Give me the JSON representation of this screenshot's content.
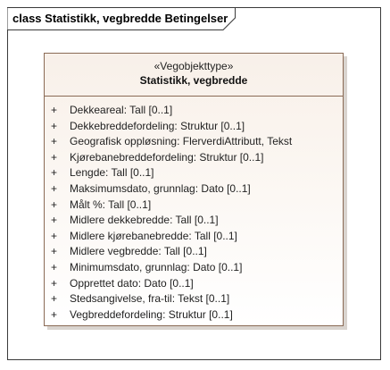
{
  "diagram": {
    "frame_title": "class Statistikk, vegbredde Betingelser",
    "class": {
      "stereotype": "«Vegobjekttype»",
      "name": "Statistikk, vegbredde",
      "attributes": [
        {
          "visibility": "+",
          "text": "Dekkeareal: Tall [0..1]"
        },
        {
          "visibility": "+",
          "text": "Dekkebreddefordeling: Struktur [0..1]"
        },
        {
          "visibility": "+",
          "text": "Geografisk oppløsning: FlerverdiAttributt, Tekst"
        },
        {
          "visibility": "+",
          "text": "Kjørebanebreddefordeling: Struktur [0..1]"
        },
        {
          "visibility": "+",
          "text": "Lengde: Tall [0..1]"
        },
        {
          "visibility": "+",
          "text": "Maksimumsdato, grunnlag: Dato [0..1]"
        },
        {
          "visibility": "+",
          "text": "Målt %: Tall [0..1]"
        },
        {
          "visibility": "+",
          "text": "Midlere dekkebredde: Tall [0..1]"
        },
        {
          "visibility": "+",
          "text": "Midlere kjørebanebredde: Tall [0..1]"
        },
        {
          "visibility": "+",
          "text": "Midlere vegbredde: Tall [0..1]"
        },
        {
          "visibility": "+",
          "text": "Minimumsdato, grunnlag: Dato [0..1]"
        },
        {
          "visibility": "+",
          "text": "Opprettet dato: Dato [0..1]"
        },
        {
          "visibility": "+",
          "text": "Stedsangivelse, fra-til: Tekst [0..1]"
        },
        {
          "visibility": "+",
          "text": "Vegbreddefordeling: Struktur [0..1]"
        }
      ]
    }
  }
}
